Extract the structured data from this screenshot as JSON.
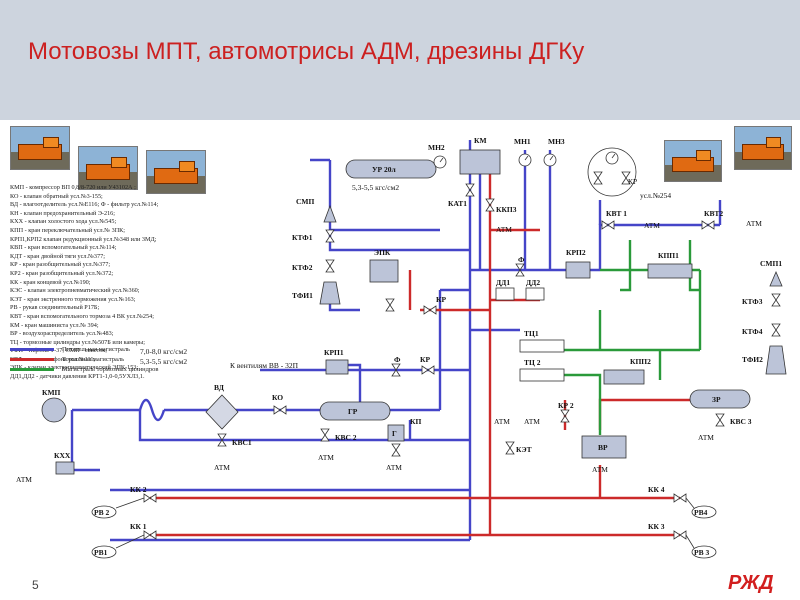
{
  "slide": {
    "title": "Мотовозы МПТ, автомотрисы АДМ, дрезины ДГКу",
    "page_number": "5",
    "logo_text": "РЖД",
    "header_color": "#cdd4de",
    "title_color": "#cc2020"
  },
  "legend": {
    "abbreviations": [
      "КМП - компрессор ВП 0,8/8-720  или У43102А ;",
      "КО - клапан обратный усл.№3-155;",
      "ВД - влагоотделитель усл.№Е116;  Ф - фильтр усл.№114;",
      "КН - клапан предохранительный Э-216;",
      "КХХ - клапан холостого хода усл.№545;",
      "КПП - кран переключательный усл.№ 3ПК;",
      "КРП1,КРП2 клапан редукционный усл.№348 или 3МД;",
      "КВП - кран вспомогательный усл.№114;",
      "КДТ - кран двойной тяги усл.№377;",
      "КР - кран разобщительный усл.№377;",
      "КР2 - кран разобщительный усл.№372;",
      "КК - кран концевой усл.№190;",
      "КЭС - клапан электропневматический  усл.№360;",
      "КЭТ - кран экстренного торможения усл.№163;",
      "РВ - рукав соединительный Р17Б;",
      "КВТ - кран вспомогательного тормоза 4 ВК усл.№254;",
      " КМ - кран машиниста усл.№ 394;",
      " ВР - воздухораспределитель усл.№483;",
      "ТЦ - тормозные цилиндры усл.№507Б или камеры;",
      "ТФИ - тифоны Т-37; СМП - свисток;",
      "КТФ - клапан тифона усл.№111;",
      "ЭПК - клапан электропневматический ЭПК-153;",
      "ДД1,ДД2 - датчики давления КРТ1-1,0-0,5УХЛ3,1."
    ],
    "lines": [
      {
        "name": "Питательная магистраль",
        "pressure": "7,0-8,0 кгс/см2",
        "color": "#4545c8"
      },
      {
        "name": "Тормозная магистраль",
        "pressure": "5,3-5,5 кгс/см2",
        "color": "#cc2a2a"
      },
      {
        "name": "Магистраль тормозных цилиндров",
        "pressure": "",
        "color": "#2a9a3a"
      }
    ]
  },
  "diagram": {
    "labels": {
      "kmp": "КМП",
      "kxx": "КХХ",
      "vd": "ВД",
      "ko": "КО",
      "gr": "ГР",
      "kvs1": "КВС1",
      "kvs2": "КВС 2",
      "kvs3": "КВС 3",
      "kp": "КП",
      "g": "Г",
      "atm": "АТМ",
      "ur": "УР 20л",
      "ur_pressure": "5,3-5,5 кгс/см2",
      "mn2": "МН2",
      "km": "КМ",
      "mn1": "МН1",
      "mn3": "МН3",
      "kat1": "КАТ1",
      "kkp3": "ККП3",
      "smp": "СМП",
      "ktf1": "КТФ1",
      "ktf2": "КТФ2",
      "tfi1": "ТФИ1",
      "ktf3": "КТФ3",
      "ktf4": "КТФ4",
      "tfi2": "ТФИ2",
      "smp1": "СМП1",
      "epk": "ЭПК",
      "kr": "КР",
      "kr2": "КР 2",
      "krp1": "КРП1",
      "krp2": "КРП2",
      "f": "Ф",
      "dd1": "ДД1",
      "dd2": "ДД2",
      "kvt1": "КВТ 1",
      "kvt2": "КВТ2",
      "kpp1": "КПП1",
      "kpp2": "КПП2",
      "tc1": "ТЦ1",
      "tc2": "ТЦ 2",
      "zr": "ЗР",
      "vr": "ВР",
      "ket": "КЭТ",
      "kr_valve": "КР",
      "kk1": "КК 1",
      "kk2": "КК 2",
      "kk3": "КК 3",
      "kk4": "КК 4",
      "rv1": "РВ1",
      "rv2": "РВ 2",
      "rv3": "РВ 3",
      "rv4": "РВ4",
      "vent_note": "К  вентилям ВВ - 32П",
      "usl254": "усл.№254",
      "kr_small": "КР"
    }
  }
}
